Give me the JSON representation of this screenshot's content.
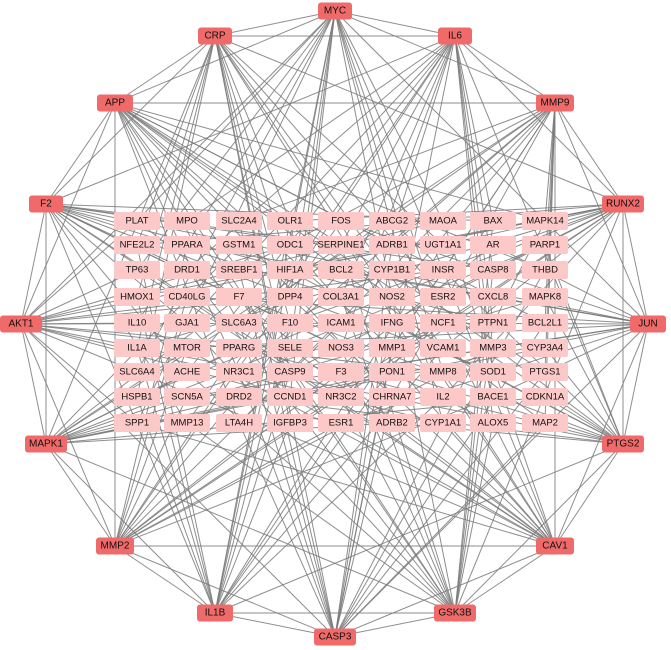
{
  "network": {
    "colors": {
      "hub_fill": "#f06a6a",
      "inner_fill": "#fcc8c8",
      "edge": "#7a7a7a",
      "text": "#111111",
      "background": "#ffffff"
    },
    "hub_nodes": [
      "MYC",
      "IL6",
      "MMP9",
      "RUNX2",
      "JUN",
      "PTGS2",
      "CAV1",
      "GSK3B",
      "CASP3",
      "IL1B",
      "MMP2",
      "MAPK1",
      "AKT1",
      "F2",
      "APP",
      "CRP"
    ],
    "inner_rows": [
      [
        "PLAT",
        "MPO",
        "SLC2A4",
        "OLR1",
        "FOS",
        "ABCG2",
        "MAOA",
        "BAX",
        "MAPK14"
      ],
      [
        "NFE2L2",
        "PPARA",
        "GSTM1",
        "ODC1",
        "SERPINE1",
        "ADRB1",
        "UGT1A1",
        "AR",
        "PARP1"
      ],
      [
        "TP63",
        "DRD1",
        "SREBF1",
        "HIF1A",
        "BCL2",
        "CYP1B1",
        "INSR",
        "CASP8",
        "THBD"
      ],
      [
        "HMOX1",
        "CD40LG",
        "F7",
        "DPP4",
        "COL3A1",
        "NOS2",
        "ESR2",
        "CXCL8",
        "MAPK8"
      ],
      [
        "IL10",
        "GJA1",
        "SLC6A3",
        "F10",
        "ICAM1",
        "IFNG",
        "NCF1",
        "PTPN1",
        "BCL2L1"
      ],
      [
        "IL1A",
        "MTOR",
        "PPARG",
        "SELE",
        "NOS3",
        "MMP1",
        "VCAM1",
        "MMP3",
        "CYP3A4"
      ],
      [
        "SLC6A4",
        "ACHE",
        "NR3C1",
        "CASP9",
        "F3",
        "PON1",
        "MMP8",
        "SOD1",
        "PTGS1"
      ],
      [
        "HSPB1",
        "SCN5A",
        "DRD2",
        "CCND1",
        "NR3C2",
        "CHRNA7",
        "IL2",
        "BACE1",
        "CDKN1A"
      ],
      [
        "SPP1",
        "MMP13",
        "LTA4H",
        "IGFBP3",
        "ESR1",
        "ADRB2",
        "CYP1A1",
        "ALOX5",
        "MAP2"
      ]
    ]
  }
}
